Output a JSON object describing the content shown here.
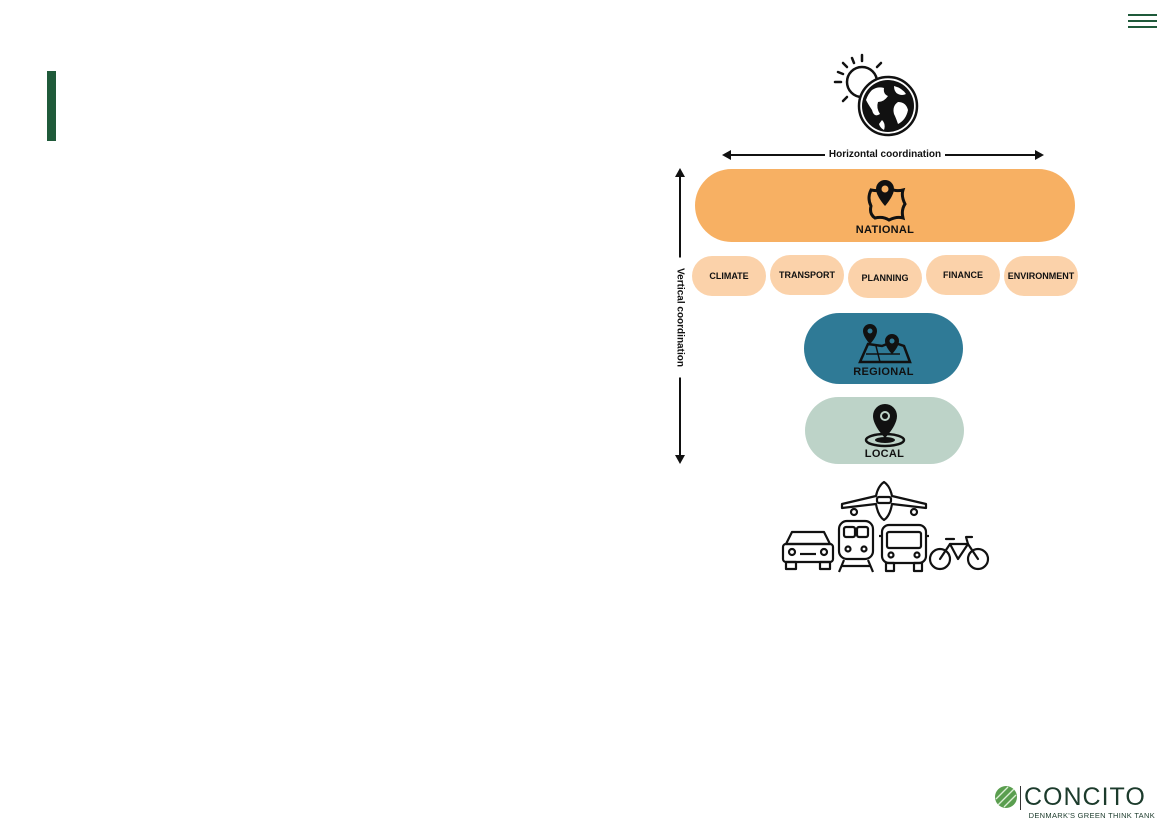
{
  "diagram": {
    "horizontal_label": "Horizontal coordination",
    "vertical_label": "Vertical coordination",
    "levels": {
      "national": "NATIONAL",
      "regional": "REGIONAL",
      "local": "LOCAL"
    },
    "sectors": [
      "CLIMATE",
      "TRANSPORT",
      "PLANNING",
      "FINANCE",
      "ENVIRONMENT"
    ],
    "icons": [
      "sun-globe-icon",
      "map-pin-icon",
      "region-map-icon",
      "location-pin-icon",
      "car-icon",
      "train-icon",
      "airplane-icon",
      "bus-icon",
      "bicycle-icon"
    ]
  },
  "logo": {
    "name": "CONCITO",
    "tagline": "DENMARK'S GREEN THINK TANK"
  },
  "colors": {
    "accent": "#1f5a3a",
    "national": "#f7b063",
    "sector": "#fbd2aa",
    "regional": "#2f7a96",
    "local": "#bdd3c8"
  }
}
